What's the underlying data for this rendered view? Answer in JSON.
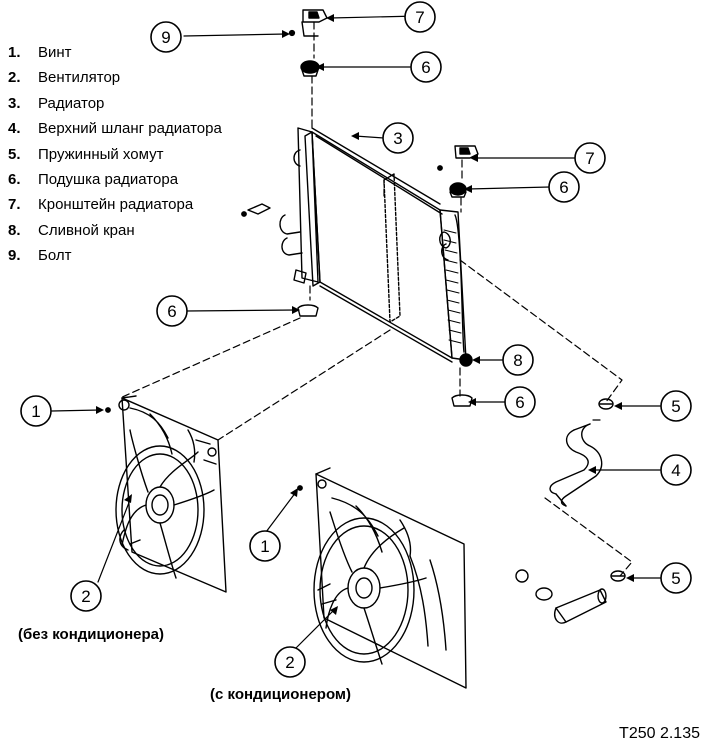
{
  "legend": [
    {
      "num": "1.",
      "text": "Винт"
    },
    {
      "num": "2.",
      "text": "Вентилятор"
    },
    {
      "num": "3.",
      "text": "Радиатор"
    },
    {
      "num": "4.",
      "text": "Верхний шланг радиатора"
    },
    {
      "num": "5.",
      "text": "Пружинный хомут"
    },
    {
      "num": "6.",
      "text": "Подушка радиатора"
    },
    {
      "num": "7.",
      "text": "Кронштейн радиатора"
    },
    {
      "num": "8.",
      "text": "Сливной кран"
    },
    {
      "num": "9.",
      "text": "Болт"
    }
  ],
  "callouts": [
    "9",
    "7",
    "6",
    "3",
    "7",
    "6",
    "6",
    "8",
    "6",
    "1",
    "5",
    "4",
    "1",
    "2",
    "5",
    "2"
  ],
  "captions": {
    "no_ac": "(без кондиционера)",
    "with_ac": "(с кондиционером)"
  },
  "figure_id": "T250 2.135"
}
